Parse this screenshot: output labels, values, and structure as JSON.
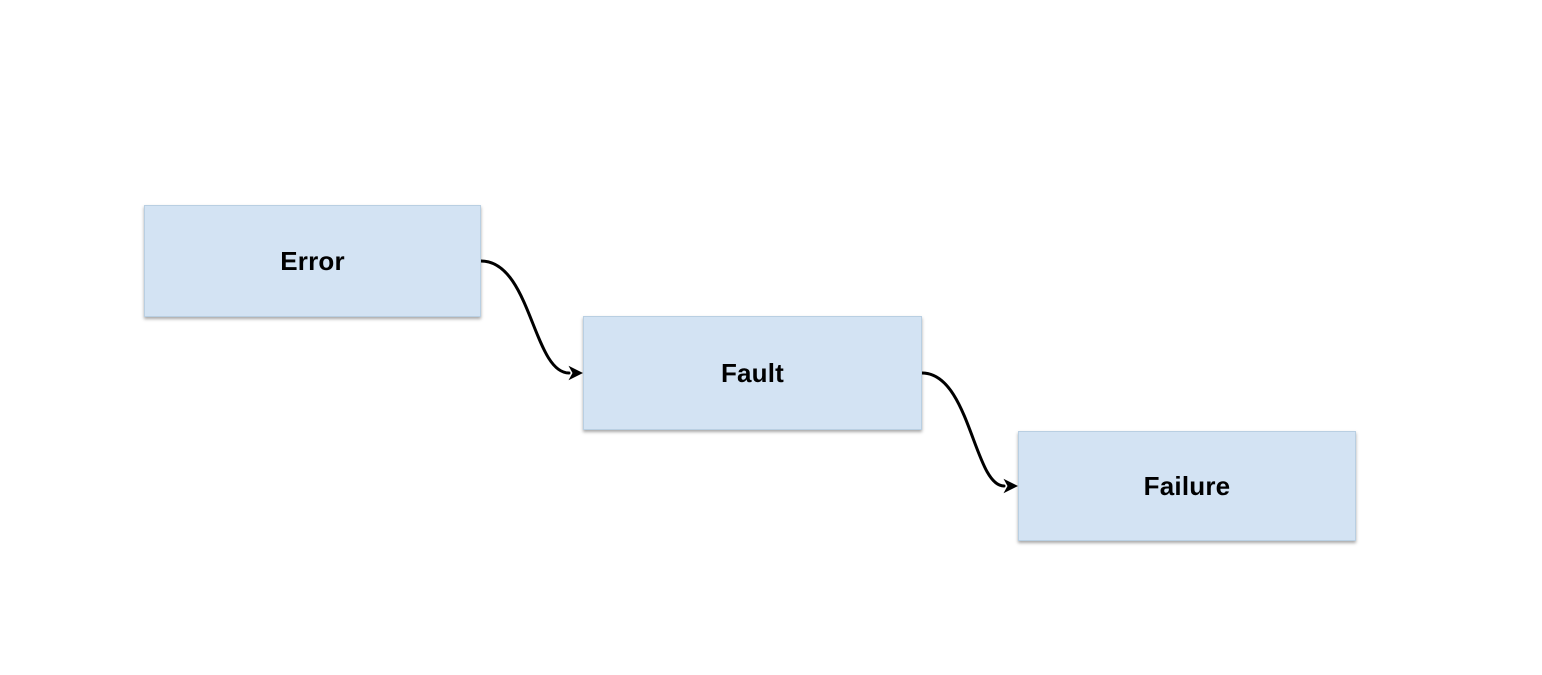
{
  "diagram": {
    "type": "flowchart",
    "nodes": [
      {
        "id": "error",
        "label": "Error"
      },
      {
        "id": "fault",
        "label": "Fault"
      },
      {
        "id": "failure",
        "label": "Failure"
      }
    ],
    "edges": [
      {
        "from": "Error",
        "to": "Fault",
        "style": "curved-arrow"
      },
      {
        "from": "Fault",
        "to": "Failure",
        "style": "curved-arrow"
      }
    ],
    "colors": {
      "background": "#ffffff",
      "node_fill": "#d3e3f3",
      "node_border": "#b9cfe2",
      "node_text": "#000000",
      "arrow": "#000000"
    }
  }
}
